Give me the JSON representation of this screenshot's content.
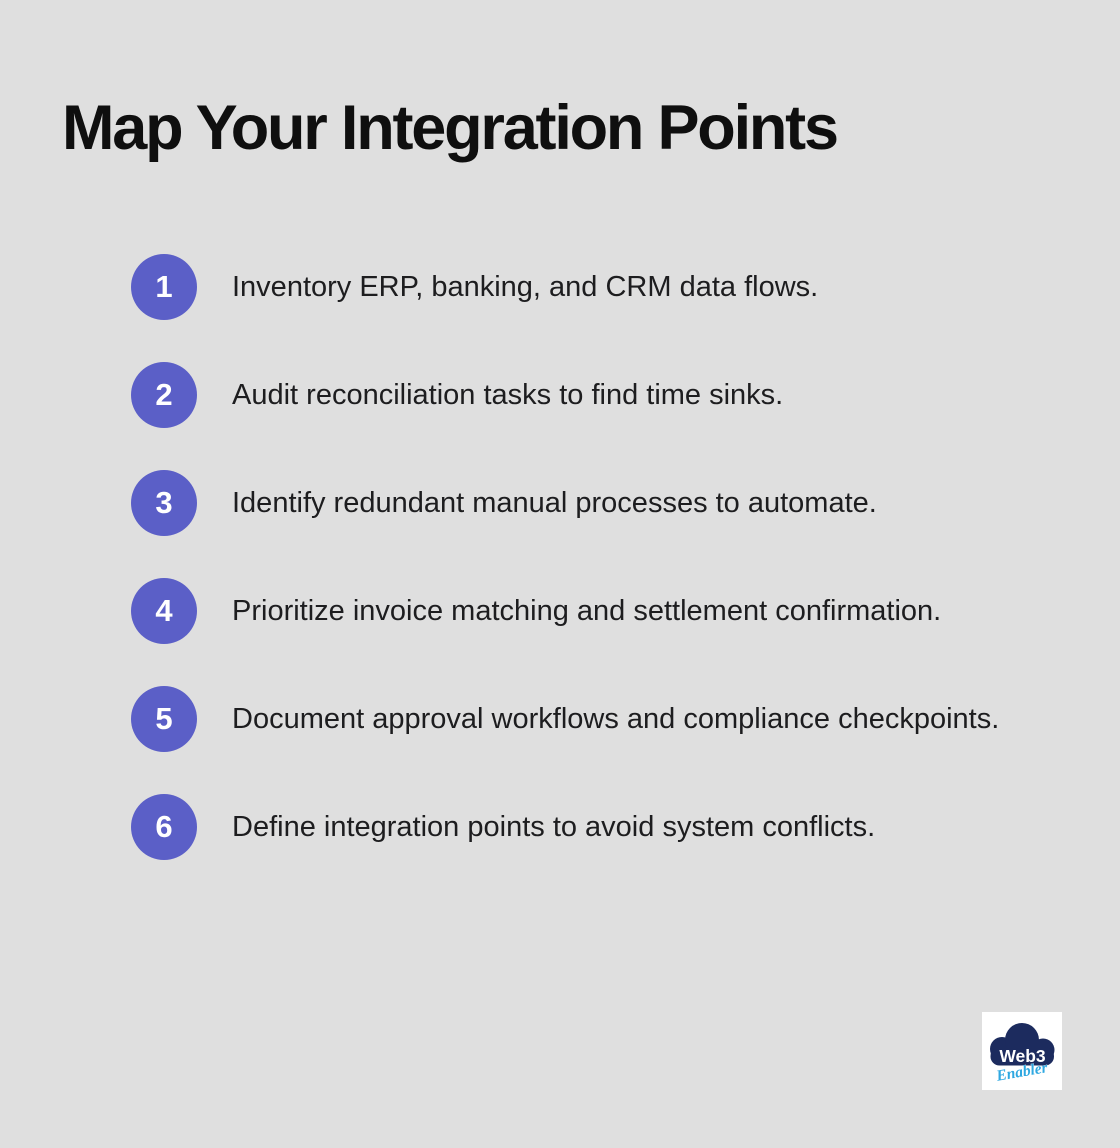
{
  "page": {
    "title": "Map Your Integration Points"
  },
  "colors": {
    "background": "#dfdfdf",
    "bullet": "#5b5fc7",
    "text": "#1d1d1f",
    "logo_cloud": "#1c2b5e",
    "logo_accent": "#2fa8e1"
  },
  "list": {
    "items": [
      {
        "number": "1",
        "text": "Inventory ERP, banking, and CRM data flows."
      },
      {
        "number": "2",
        "text": "Audit reconciliation tasks to find time sinks."
      },
      {
        "number": "3",
        "text": "Identify redundant manual processes to automate."
      },
      {
        "number": "4",
        "text": "Prioritize invoice matching and settlement confirmation."
      },
      {
        "number": "5",
        "text": "Document approval workflows and compliance checkpoints."
      },
      {
        "number": "6",
        "text": "Define integration points to avoid system conflicts."
      }
    ]
  },
  "logo": {
    "line1": "Web3",
    "line2": "Enabler"
  }
}
